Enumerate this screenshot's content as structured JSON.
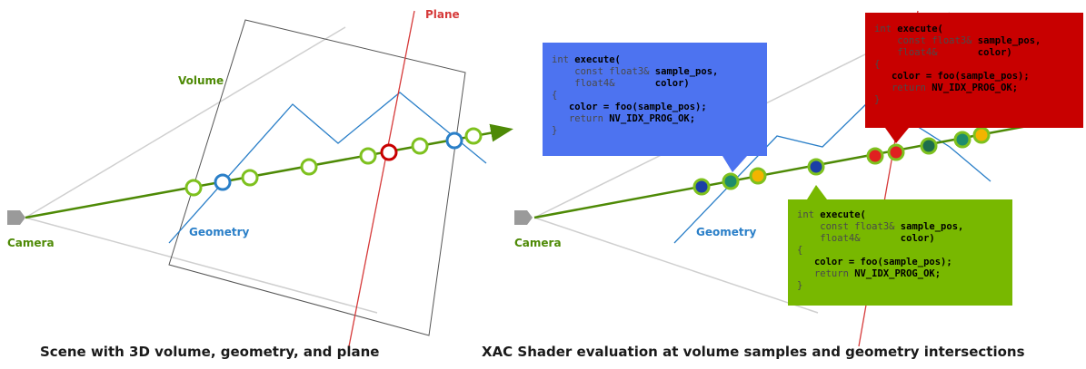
{
  "left_panel": {
    "labels": {
      "plane": "Plane",
      "volume": "Volume",
      "geometry": "Geometry",
      "camera": "Camera"
    },
    "caption": "Scene with 3D volume, geometry, and plane"
  },
  "right_panel": {
    "labels": {
      "geometry": "Geometry",
      "camera": "Camera"
    },
    "caption": "XAC Shader evaluation at volume samples and geometry intersections",
    "code_boxes": [
      {
        "name": "blue",
        "color": "#4d73f0",
        "lines": [
          {
            "t": "int ",
            "b": "execute("
          },
          {
            "t": "    const float3& ",
            "b": "sample_pos,"
          },
          {
            "t": "    float4&       ",
            "b": "color)"
          },
          {
            "t": "{"
          },
          {
            "t": "   ",
            "b": "color = foo(sample_pos);"
          },
          {
            "t": "   return ",
            "b": "NV_IDX_PROG_OK;"
          },
          {
            "t": "}"
          }
        ]
      },
      {
        "name": "red",
        "color": "#c80000",
        "lines": [
          {
            "t": "int ",
            "b": "execute("
          },
          {
            "t": "    const float3& ",
            "b": "sample_pos,"
          },
          {
            "t": "    float4&       ",
            "b": "color)"
          },
          {
            "t": "{"
          },
          {
            "t": "   ",
            "b": "color = foo(sample_pos);"
          },
          {
            "t": "   return ",
            "b": "NV_IDX_PROG_OK;"
          },
          {
            "t": "}"
          }
        ]
      },
      {
        "name": "green",
        "color": "#78b800",
        "lines": [
          {
            "t": "int ",
            "b": "execute("
          },
          {
            "t": "    const float3& ",
            "b": "sample_pos,"
          },
          {
            "t": "    float4&       ",
            "b": "color)"
          },
          {
            "t": "{"
          },
          {
            "t": "   ",
            "b": "color = foo(sample_pos);"
          },
          {
            "t": "   return ",
            "b": "NV_IDX_PROG_OK;"
          },
          {
            "t": "}"
          }
        ]
      }
    ]
  },
  "colors": {
    "ray": "#4e8a06",
    "volume_sample": "#7ec11e",
    "geometry": "#2a7fc8",
    "plane": "#d63a3a",
    "frame": "#555555",
    "frustum": "#cfcfcf",
    "camera": "#9a9a9a"
  }
}
